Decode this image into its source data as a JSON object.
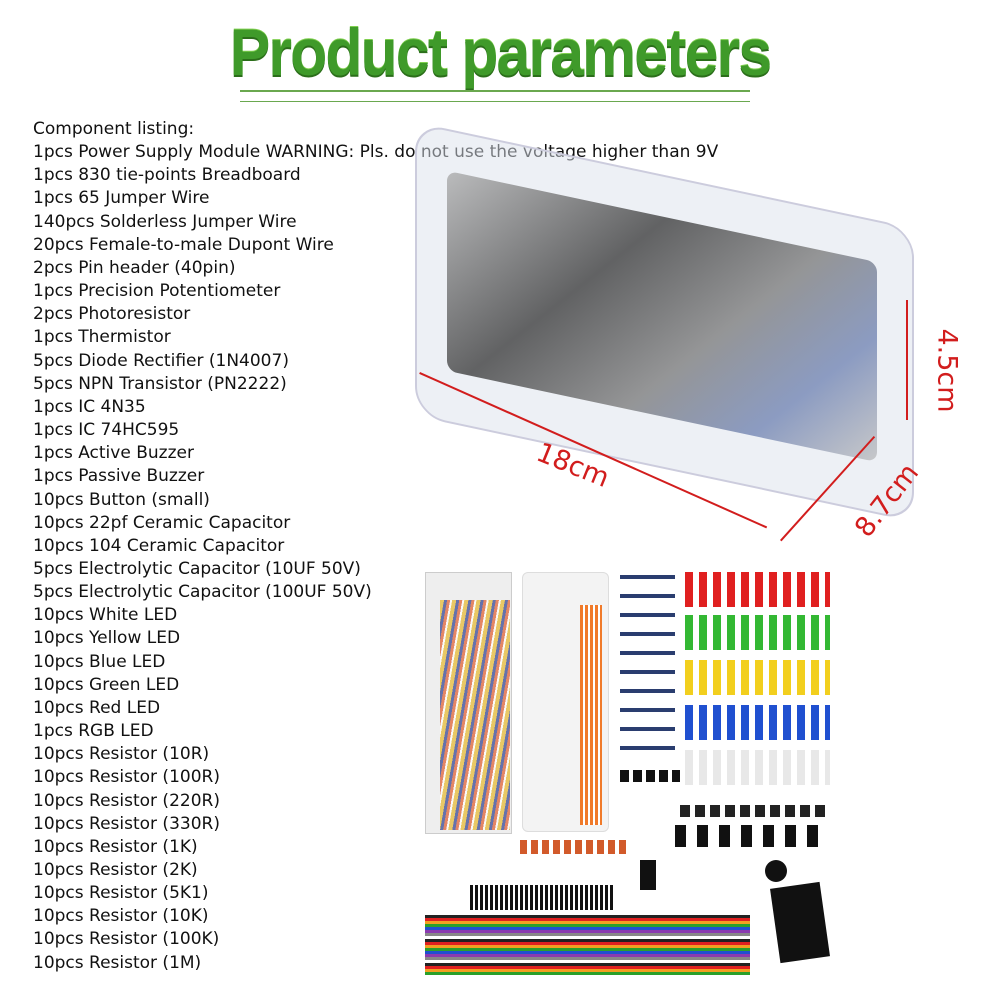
{
  "title": "Product parameters",
  "listing": {
    "heading": "Component listing:",
    "items": [
      "1pcs Power Supply Module WARNING: Pls. do not use the voltage higher than 9V",
      "1pcs 830 tie-points Breadboard",
      "1pcs 65 Jumper Wire",
      "140pcs Solderless Jumper Wire",
      "20pcs Female-to-male Dupont Wire",
      "2pcs Pin header (40pin)",
      "1pcs Precision Potentiometer",
      "2pcs Photoresistor",
      "1pcs Thermistor",
      "5pcs Diode Rectifier (1N4007)",
      "5pcs NPN Transistor (PN2222)",
      "1pcs IC 4N35",
      "1pcs IC 74HC595",
      "1pcs Active Buzzer",
      "1pcs Passive Buzzer",
      "10pcs Button (small)",
      "10pcs 22pf Ceramic Capacitor",
      "10pcs 104 Ceramic Capacitor",
      "5pcs Electrolytic Capacitor (10UF 50V)",
      "5pcs Electrolytic Capacitor (100UF 50V)",
      "10pcs White LED",
      "10pcs Yellow LED",
      "10pcs Blue LED",
      "10pcs Green LED",
      "10pcs Red LED",
      "1pcs RGB LED",
      "10pcs Resistor (10R)",
      "10pcs Resistor (100R)",
      "10pcs Resistor (220R)",
      "10pcs Resistor (330R)",
      "10pcs Resistor (1K)",
      "10pcs Resistor (2K)",
      "10pcs Resistor (5K1)",
      "10pcs Resistor (10K)",
      "10pcs Resistor (100K)",
      "10pcs Resistor (1M)"
    ]
  },
  "dimensions": {
    "height": "4.5cm",
    "length": "18cm",
    "width": "8.7cm"
  },
  "colors": {
    "title_green": "#3f9a2a",
    "dimension_red": "#d21d1d"
  }
}
